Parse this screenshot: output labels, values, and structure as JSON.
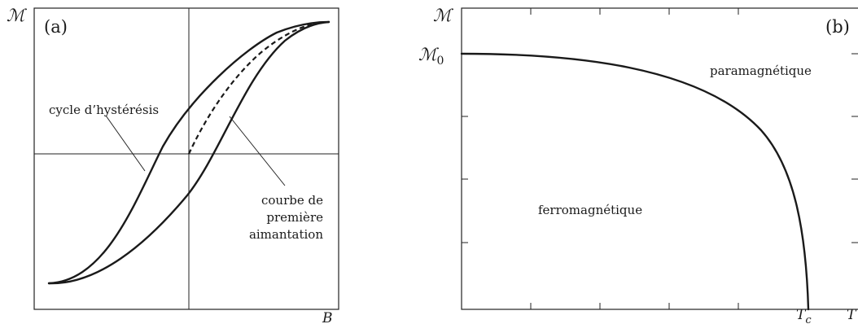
{
  "panel_a": {
    "label": "(a)",
    "y_axis_symbol": "ℳ",
    "x_axis_label": "B",
    "hysteresis_label": "cycle d’hystérésis",
    "first_curve_label_lines": [
      "courbe de",
      "première",
      "aimantation"
    ]
  },
  "panel_b": {
    "label": "(b)",
    "y_axis_symbol": "ℳ",
    "m0_symbol": "ℳ",
    "m0_subscript": "0",
    "tc_symbol": "T",
    "tc_subscript": "c",
    "x_axis_label": "T",
    "region_para": "paramagnétique",
    "region_ferro": "ferromagnétique"
  },
  "colors": {
    "stroke": "#1a1a1a",
    "background": "#ffffff"
  }
}
